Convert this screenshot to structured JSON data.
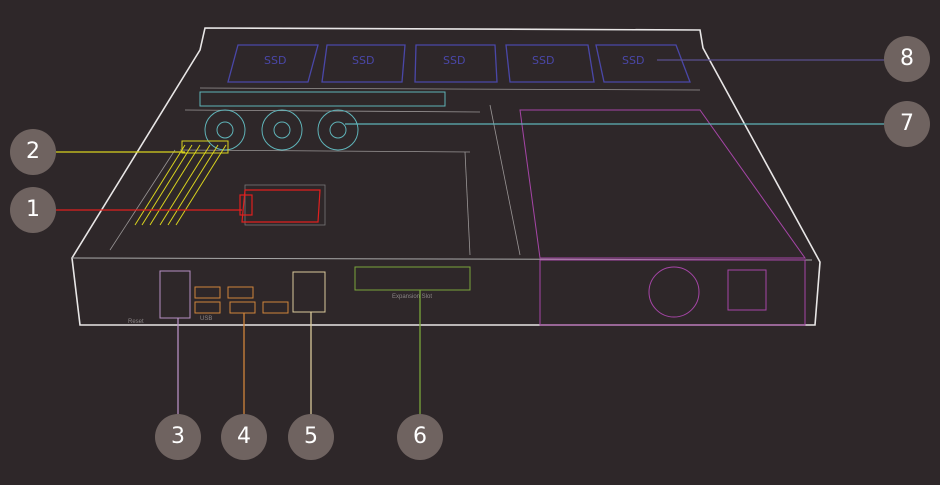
{
  "diagram": {
    "ssd_label": "SSD",
    "front_labels": {
      "reset": "Reset",
      "usb": "USB",
      "expansion": "Expansion Slot"
    },
    "callouts": [
      {
        "number": "1",
        "component": "cpu",
        "color": "#e0201f"
      },
      {
        "number": "2",
        "component": "memory",
        "color": "#d8d21e"
      },
      {
        "number": "3",
        "component": "sfp-port",
        "color": "#b58fc2"
      },
      {
        "number": "4",
        "component": "usb-ports",
        "color": "#d0843a"
      },
      {
        "number": "5",
        "component": "ethernet-ports",
        "color": "#d9c89a"
      },
      {
        "number": "6",
        "component": "expansion-slot",
        "color": "#7aa63a"
      },
      {
        "number": "7",
        "component": "fans",
        "color": "#5fb3b8"
      },
      {
        "number": "8",
        "component": "ssd-bays",
        "color": "#5a4f8f"
      }
    ]
  }
}
